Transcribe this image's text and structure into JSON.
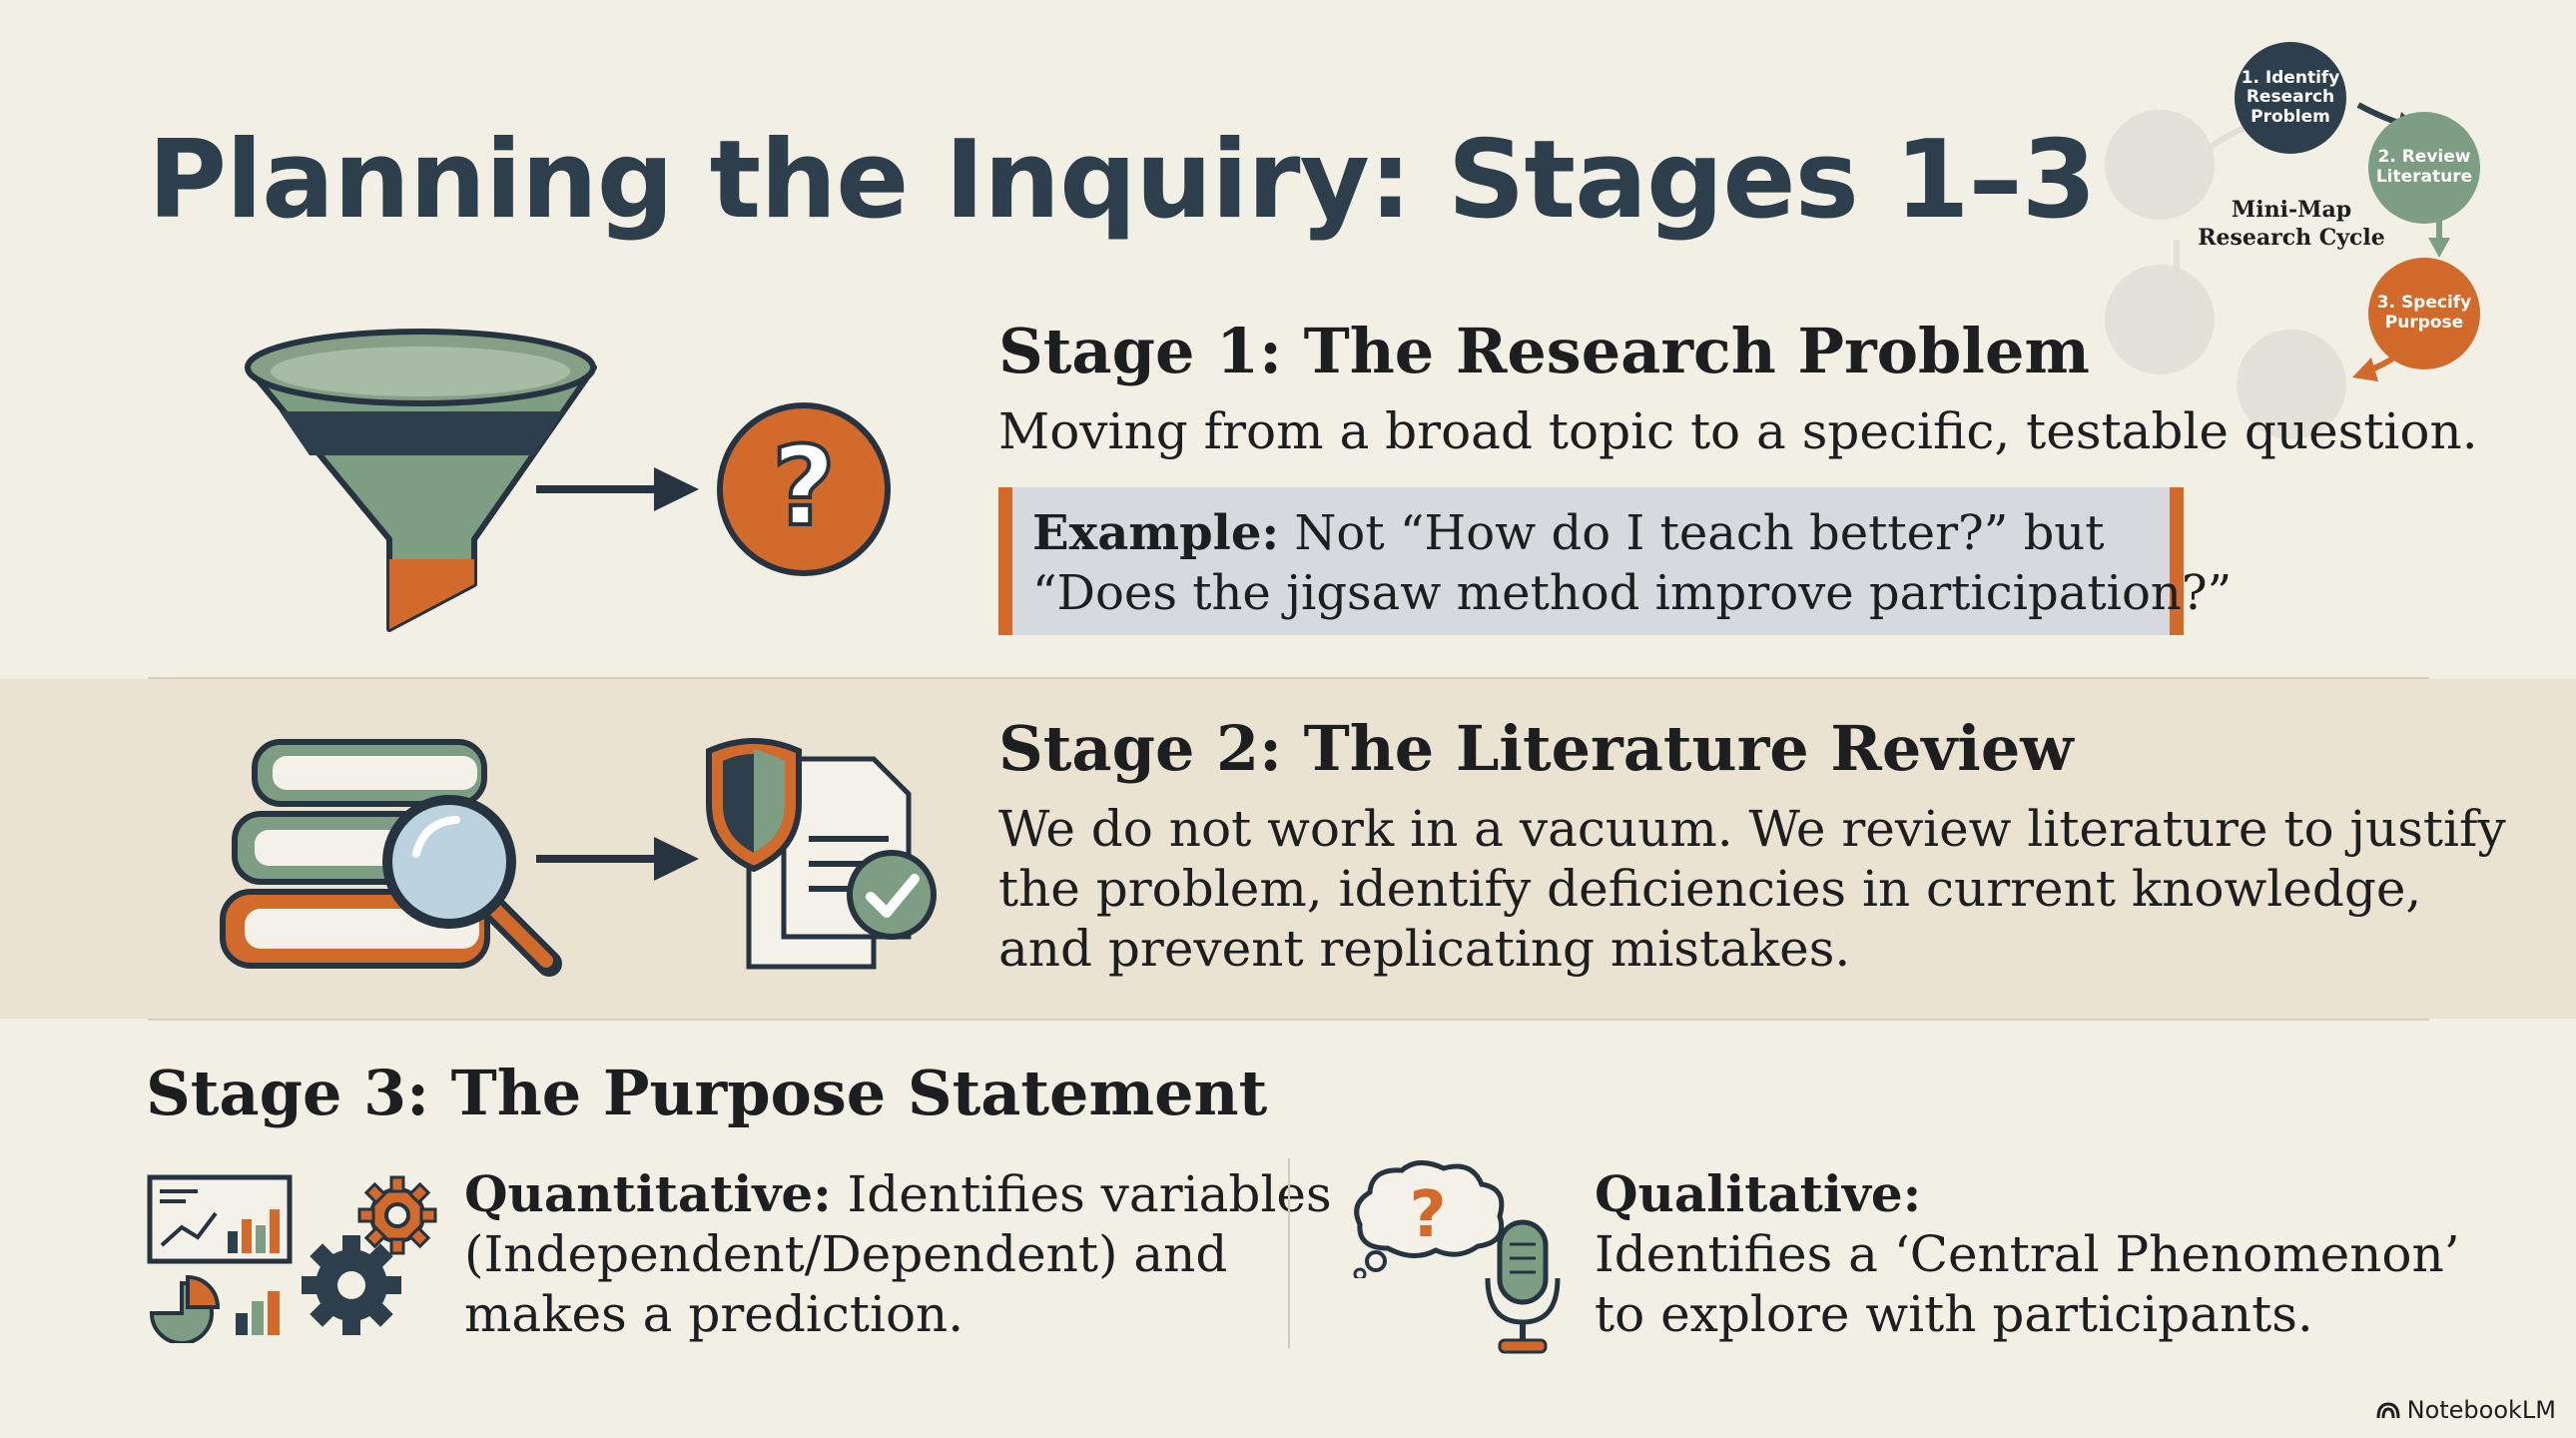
{
  "title": "Planning the Inquiry: Stages 1–3",
  "mini_map": {
    "label_line1": "Mini-Map",
    "label_line2": "Research Cycle",
    "steps": [
      {
        "line1": "1. Identify",
        "line2": "Research",
        "line3": "Problem",
        "color": "#2d3e4c"
      },
      {
        "line1": "2. Review",
        "line2": "Literature",
        "color": "#7d9e82"
      },
      {
        "line1": "3. Specify",
        "line2": "Purpose",
        "color": "#d16a2b"
      }
    ]
  },
  "stage1": {
    "heading": "Stage 1: The Research Problem",
    "text": "Moving from a broad topic to a specific, testable question.",
    "example_label": "Example:",
    "example_line1": " Not “How do I teach better?” but",
    "example_line2": "“Does the jigsaw method improve participation?”",
    "icons": [
      "funnel-icon",
      "arrow-right-icon",
      "question-mark-icon"
    ]
  },
  "stage2": {
    "heading": "Stage 2: The Literature Review",
    "line1": "We do not work in a vacuum. We review literature to justify",
    "line2": "the problem, identify deficiencies in current knowledge,",
    "line3": "and prevent replicating mistakes.",
    "icons": [
      "books-icon",
      "magnifier-icon",
      "arrow-right-icon",
      "shield-document-icon",
      "check-icon"
    ]
  },
  "stage3": {
    "heading": "Stage 3: The Purpose Statement",
    "quant_label": "Quantitative:",
    "quant_line1": " Identifies variables",
    "quant_line2": "(Independent/Dependent) and",
    "quant_line3": "makes a prediction.",
    "qual_label": "Qualitative:",
    "qual_line1": "Identifies a ‘Central Phenomenon’",
    "qual_line2": "to explore with participants.",
    "icons": [
      "chart-icon",
      "gears-icon",
      "thought-bubble-icon",
      "microphone-icon"
    ]
  },
  "brand": "NotebookLM",
  "colors": {
    "navy": "#2d3e4c",
    "green": "#7d9e82",
    "orange": "#d16a2b",
    "bg": "#f2efe4"
  }
}
